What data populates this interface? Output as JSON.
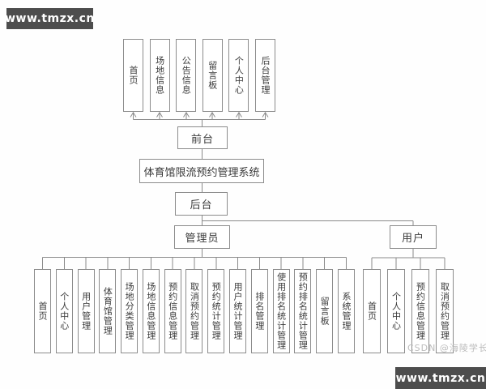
{
  "watermark": {
    "top_left": "www.tmzx.cn",
    "bottom_right": "www.tmzx.cn",
    "csdn": "CSDN @海陵学长",
    "bg_color": "#4d4d4d",
    "text_color": "#ffffff"
  },
  "diagram": {
    "title": "体育馆限流预约管理系统",
    "front_label": "前台",
    "back_label": "后台",
    "admin_label": "管理员",
    "user_label": "用户",
    "front_modules": [
      "首页",
      "场地信息",
      "公告信息",
      "留言板",
      "个人中心",
      "后台管理"
    ],
    "admin_modules": [
      "首页",
      "个人中心",
      "用户管理",
      "体育馆管理",
      "场地分类管理",
      "场地信息管理",
      "预约信息管理",
      "取消预约管理",
      "预约统计管理",
      "用户统计管理",
      "排名管理",
      "使用排名统计管理",
      "预约排名统计管理",
      "留言板",
      "系统管理"
    ],
    "user_modules": [
      "首页",
      "个人中心",
      "预约信息管理",
      "取消预约管理"
    ],
    "line_color": "#8a8a8a"
  }
}
